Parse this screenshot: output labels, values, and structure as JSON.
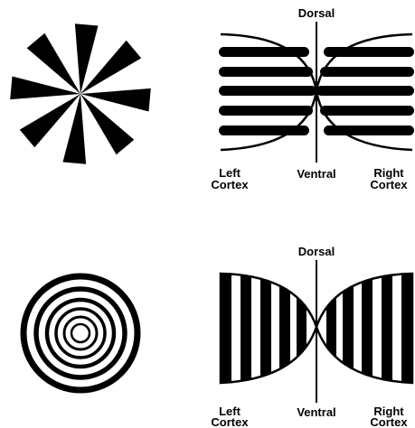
{
  "panels": {
    "top": {
      "dorsal": "Dorsal",
      "ventral": "Ventral",
      "left_line1": "Left",
      "left_line2": "Cortex",
      "right_line1": "Right",
      "right_line2": "Cortex"
    },
    "bottom": {
      "dorsal": "Dorsal",
      "ventral": "Ventral",
      "left_line1": "Left",
      "left_line2": "Cortex",
      "right_line1": "Right",
      "right_line2": "Cortex"
    }
  },
  "colors": {
    "ink": "#000000",
    "paper": "#ffffff"
  }
}
